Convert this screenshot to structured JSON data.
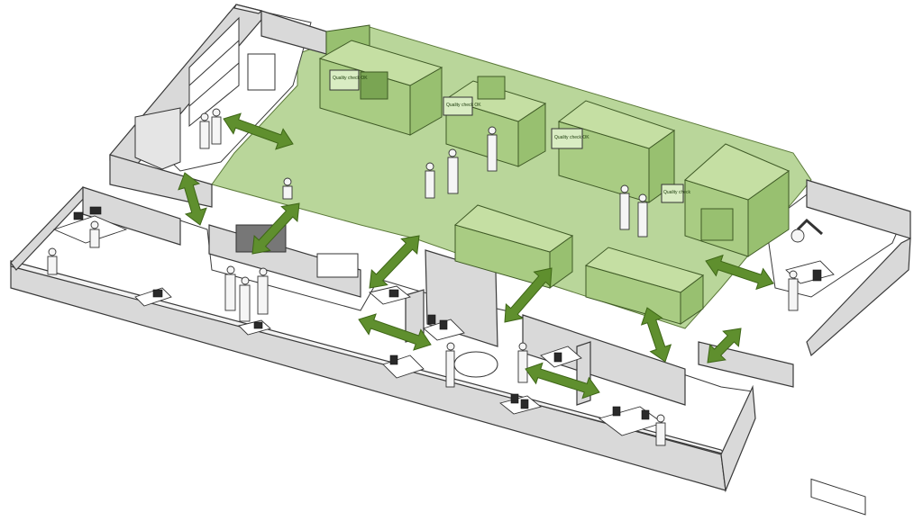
{
  "machine_boards": [
    {
      "label": "Quality check OK"
    },
    {
      "label": "Quality check OK"
    },
    {
      "label": "Quality check OK"
    },
    {
      "label": "Quality check"
    }
  ],
  "colors": {
    "production_area": "#b9d69a",
    "machines": "#a9cc83",
    "flow_arrows": "#5f8f2e",
    "walls": "#d9d9d9"
  },
  "icons": [
    "double-headed-arrow-icon",
    "person-icon",
    "workstation-icon",
    "monitor-icon",
    "robot-arm-icon"
  ]
}
